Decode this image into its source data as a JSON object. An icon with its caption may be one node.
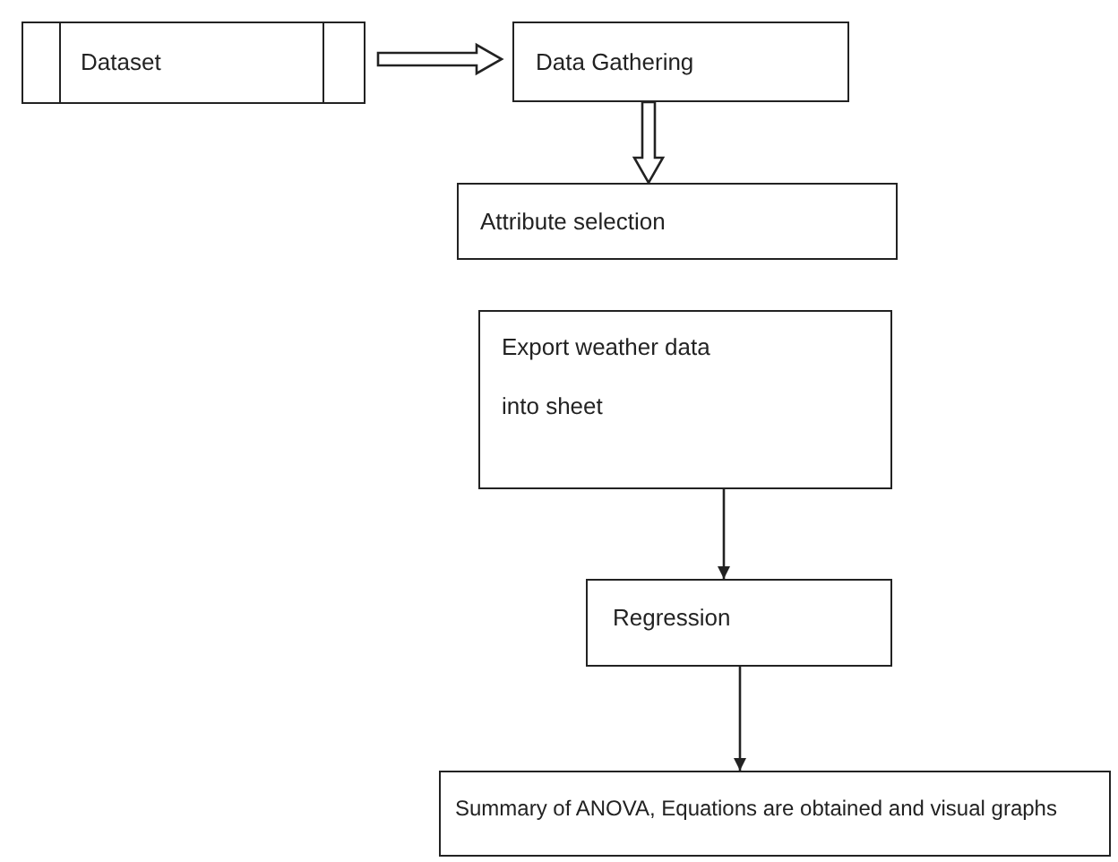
{
  "diagram": {
    "nodes": [
      {
        "text": [
          "Dataset"
        ]
      },
      {
        "text": [
          "Data Gathering"
        ]
      },
      {
        "text": [
          "Attribute selection"
        ]
      },
      {
        "text": [
          "Export weather data",
          "into sheet"
        ]
      },
      {
        "text": [
          "Regression"
        ]
      },
      {
        "text": [
          "Summary of ANOVA, Equations are obtained and visual graphs"
        ]
      }
    ],
    "edges": [
      {
        "from": 0,
        "to": 1,
        "arrow": "to",
        "style": "thick"
      },
      {
        "from": 1,
        "to": 2,
        "arrow": "to",
        "style": "thick"
      },
      {
        "from": 3,
        "to": 4,
        "arrow": "to"
      },
      {
        "from": 4,
        "to": 5,
        "arrow": "to"
      }
    ]
  }
}
